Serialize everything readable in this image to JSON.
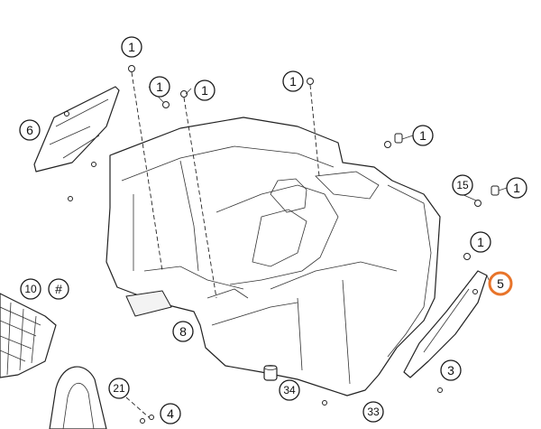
{
  "callouts": {
    "c1_a": "1",
    "c1_b": "1",
    "c1_c": "1",
    "c1_d": "1",
    "c1_e": "1",
    "c1_f": "1",
    "c1_g": "1",
    "c3": "3",
    "c4": "4",
    "c5": "5",
    "c6": "6",
    "c8": "8",
    "c10": "10",
    "c_hash": "#",
    "c15": "15",
    "c21": "21",
    "c33": "33",
    "c34": "34"
  },
  "colors": {
    "highlight": "#e8742a",
    "line": "#222222"
  }
}
